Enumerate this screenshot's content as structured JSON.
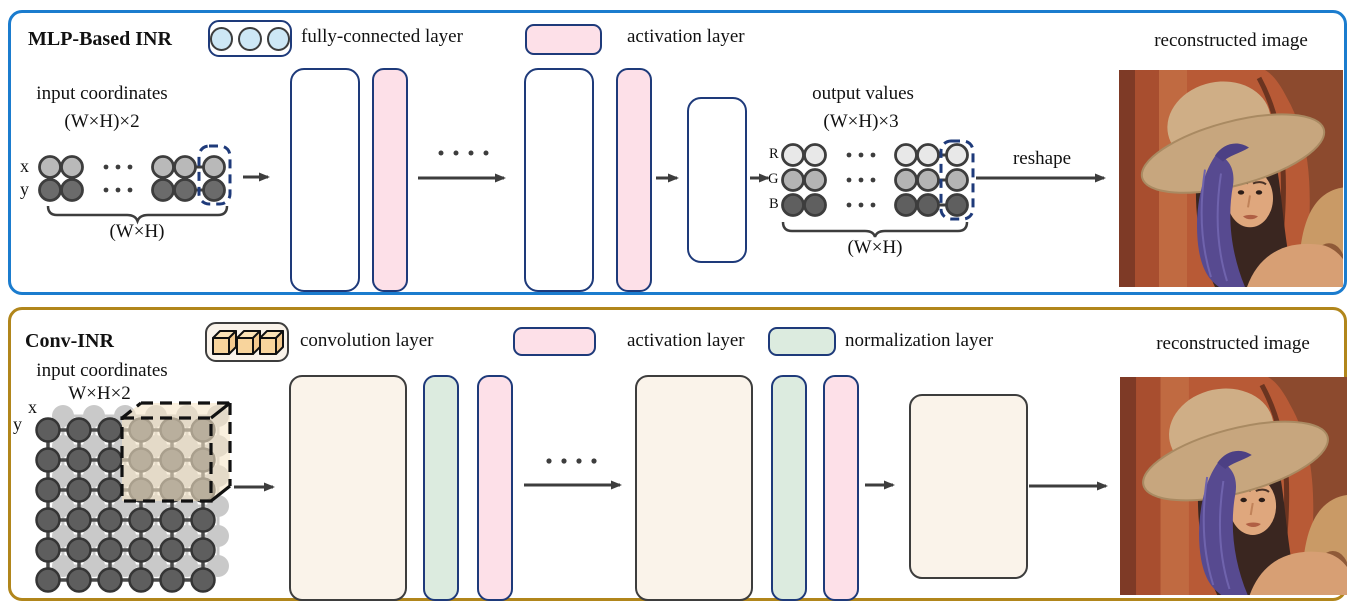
{
  "mlp": {
    "title": "MLP-Based INR",
    "legend_fc": "fully-connected layer",
    "legend_act": "activation layer",
    "input_heading": "input coordinates",
    "input_dim": "(W×H)×2",
    "input_row_x": "x",
    "input_row_y": "y",
    "input_brace": "(W×H)",
    "output_heading": "output values",
    "output_dim": "(W×H)×3",
    "output_row_r": "R",
    "output_row_g": "G",
    "output_row_b": "B",
    "output_brace": "(W×H)",
    "reshape": "reshape",
    "recon": "reconstructed image"
  },
  "conv": {
    "title": "Conv-INR",
    "legend_conv": "convolution layer",
    "legend_act": "activation layer",
    "legend_norm": "normalization layer",
    "input_heading": "input coordinates",
    "input_dim": "W×H×2",
    "axis_x": "x",
    "axis_y": "y",
    "recon": "reconstructed image"
  },
  "colors": {
    "mlp_panel_border": "#1b7cce",
    "conv_panel_border": "#b1861b",
    "layer_outline_navy": "#1e3a7a",
    "activation_fill": "#fde0e8",
    "normalization_fill": "#dcebdf",
    "neuron_fill": "#cde7f5",
    "conv_block_fill": "#faf3ea",
    "cuboid_fill": "#f8d49c",
    "grid_dark": "#5e5e5e",
    "grid_light": "#c9c9c9",
    "input_row_x_fill": "#b9b9b9",
    "input_row_y_fill": "#6b6b6b",
    "output_row_r_fill": "#e8e8e8",
    "output_row_g_fill": "#b4b4b4",
    "output_row_b_fill": "#5f5f5f"
  }
}
